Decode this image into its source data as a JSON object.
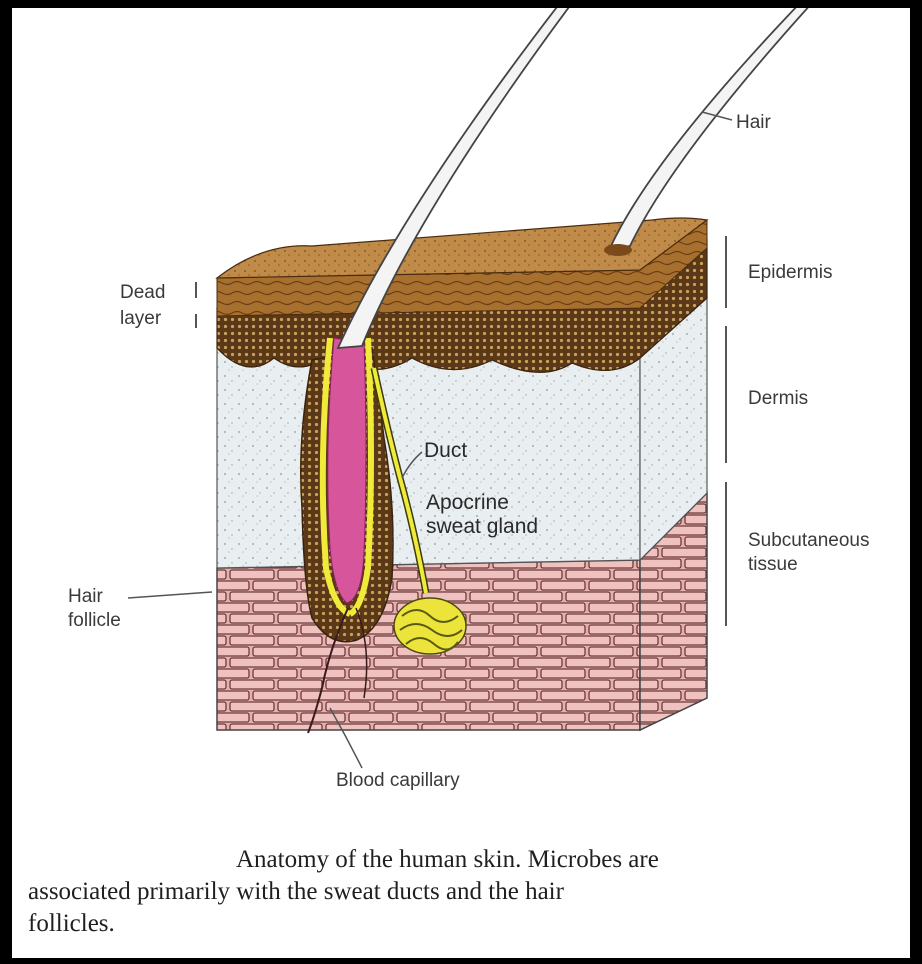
{
  "labels": {
    "hair": "Hair",
    "epidermis": "Epidermis",
    "dermis": "Dermis",
    "subcutaneous_line1": "Subcutaneous",
    "subcutaneous_line2": "tissue",
    "dead_layer_line1": "Dead",
    "dead_layer_line2": "layer",
    "duct": "Duct",
    "apocrine_line1": "Apocrine",
    "apocrine_line2": "sweat gland",
    "hair_follicle_line1": "Hair",
    "hair_follicle_line2": "follicle",
    "blood_capillary": "Blood capillary"
  },
  "caption": {
    "line1": "Anatomy of the human skin. Microbes are",
    "line2": "associated primarily with the sweat ducts and the hair",
    "line3": "follicles."
  },
  "colors": {
    "epidermis": "#b07a3a",
    "dead_layer": "#7a4a1c",
    "dermis": "#e8eef0",
    "subcutaneous": "#e6a7a7",
    "gland": "#e9e235",
    "follicle_inner": "#d7559a"
  }
}
